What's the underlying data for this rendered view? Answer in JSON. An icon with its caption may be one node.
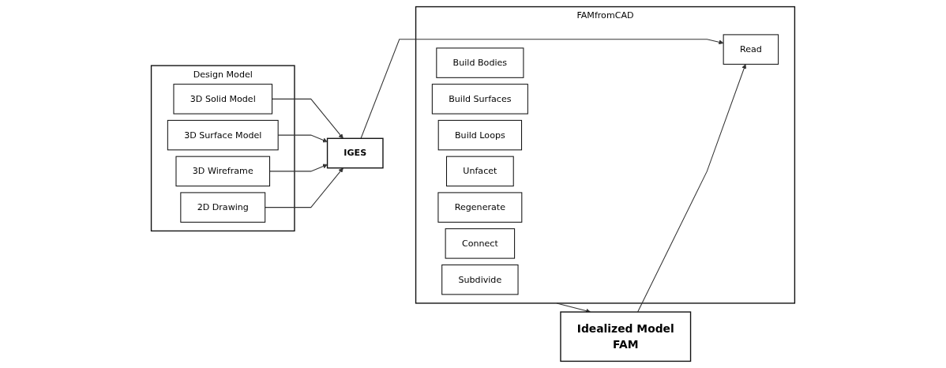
{
  "diagram": {
    "nodes": [
      {
        "text": [
          "Design Model"
        ]
      },
      {
        "text": [
          "3D Solid Model"
        ],
        "in": 0
      },
      {
        "text": [
          "3D Surface Model"
        ],
        "in": 0
      },
      {
        "text": [
          "3D Wireframe"
        ],
        "in": 0
      },
      {
        "text": [
          "2D Drawing"
        ],
        "in": 0
      },
      {
        "text": [
          "IGES"
        ]
      },
      {
        "text": [
          "FAMfromCAD"
        ]
      },
      {
        "text": [
          "Subdivide"
        ],
        "in": 6
      },
      {
        "text": [
          "Build Bodies"
        ],
        "in": 6
      },
      {
        "text": [
          "Build Surfaces"
        ],
        "in": 6
      },
      {
        "text": [
          "Build Loops"
        ],
        "in": 6
      },
      {
        "text": [
          "Unfacet"
        ],
        "in": 6
      },
      {
        "text": [
          "Regenerate"
        ],
        "in": 6
      },
      {
        "text": [
          "Connect"
        ],
        "in": 6
      },
      {
        "text": [
          "Read"
        ],
        "in": 6
      },
      {
        "text": [
          "Idealized Model",
          "FAM"
        ]
      }
    ],
    "edges": [
      {
        "from": 1,
        "to": 5,
        "arrow": "to"
      },
      {
        "from": 2,
        "to": 5,
        "arrow": "to"
      },
      {
        "from": 3,
        "to": 5,
        "arrow": "to"
      },
      {
        "from": 4,
        "to": 5,
        "arrow": "to"
      },
      {
        "from": 5,
        "to": 14,
        "arrow": "to"
      },
      {
        "from": 6,
        "to": 15,
        "arrow": "to"
      },
      {
        "from": 15,
        "to": 14,
        "arrow": "to"
      }
    ]
  }
}
